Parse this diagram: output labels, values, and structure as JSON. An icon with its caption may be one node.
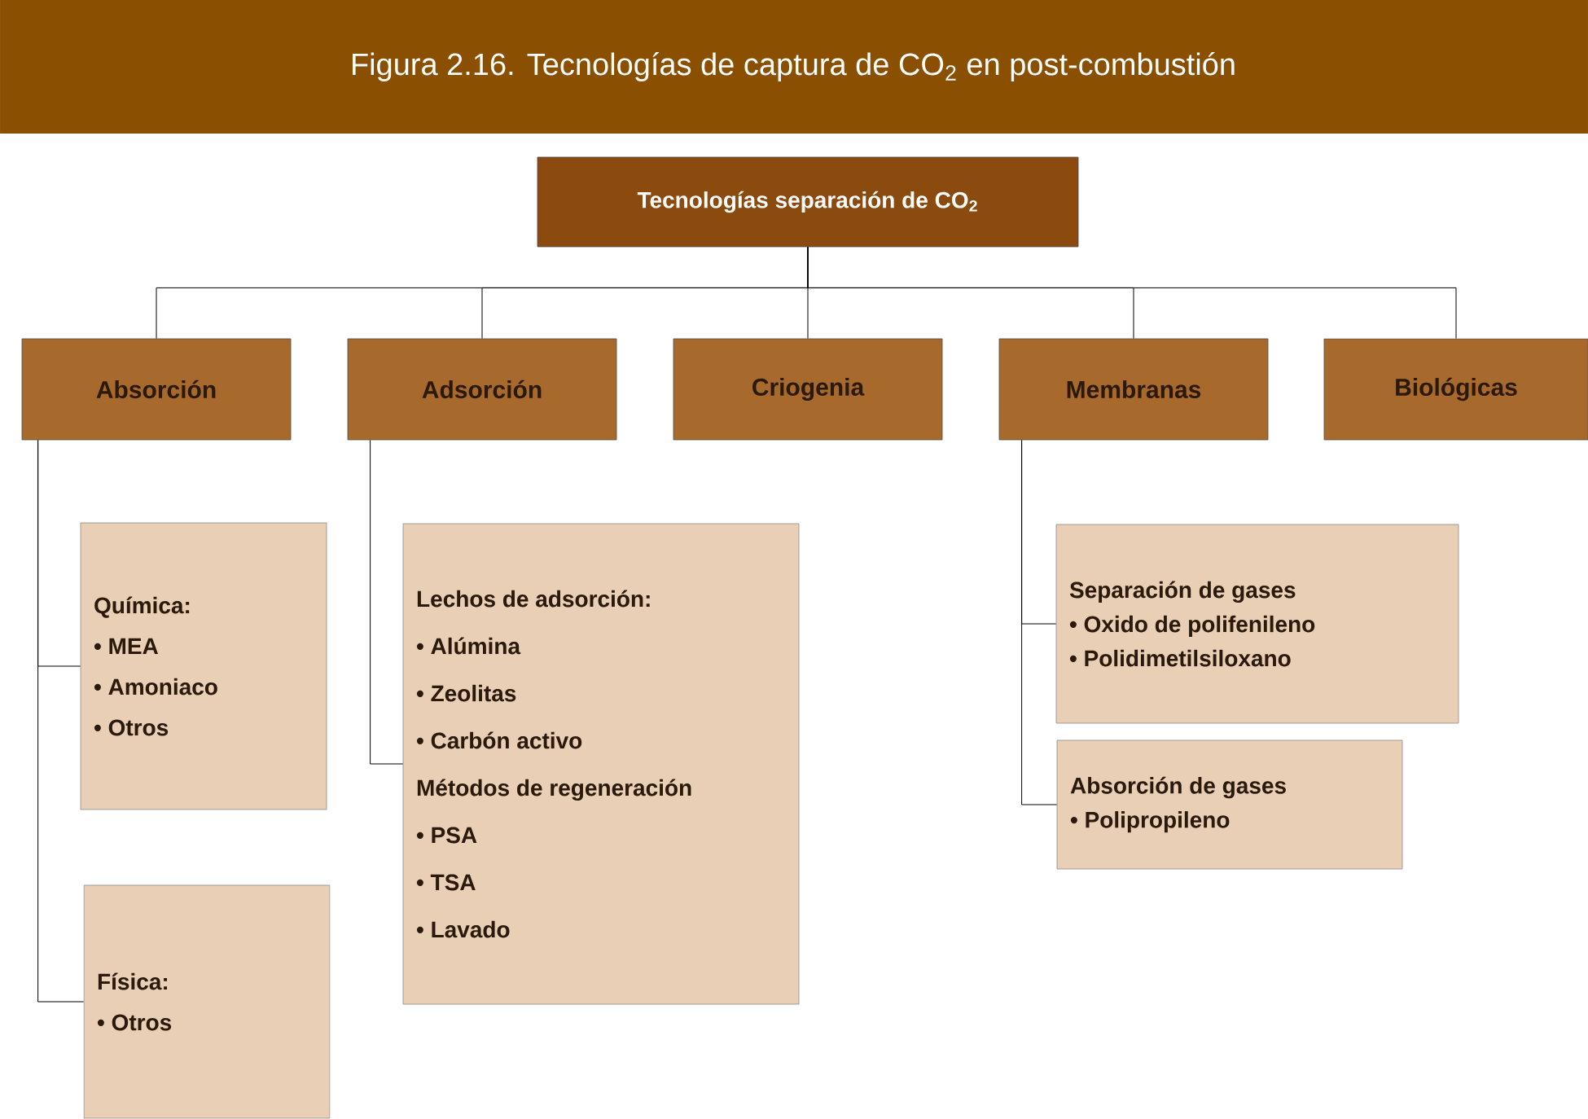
{
  "diagram": {
    "title": "Figura 2.16. Tecnologías de captura de CO$_{2}$ en post-combustión",
    "nodes": [
      {
        "text": [
          "Tecnologías separación de CO$_{2}$"
        ]
      },
      {
        "text": [
          "Absorción"
        ]
      },
      {
        "text": [
          "Adsorción"
        ]
      },
      {
        "text": [
          "Criogenia"
        ]
      },
      {
        "text": [
          "Membranas"
        ]
      },
      {
        "text": [
          "Biológicas"
        ]
      },
      {
        "text": [
          "Química:",
          "• MEA",
          "• Amoniaco",
          "• Otros"
        ]
      },
      {
        "text": [
          "Física:",
          "• Otros"
        ]
      },
      {
        "text": [
          "Lechos de adsorción:",
          "• Alúmina",
          "• Zeolitas",
          "• Carbón activo",
          "Métodos de regeneración",
          "• PSA",
          "• TSA",
          "• Lavado"
        ]
      },
      {
        "text": [
          "Separación de gases",
          "• Oxido de polifenileno",
          "• Polidimetilsiloxano"
        ]
      },
      {
        "text": [
          "Absorción de gases",
          "• Polipropileno"
        ]
      }
    ],
    "edges": [
      {
        "from": 0,
        "to": 1,
        "arrow": "none"
      },
      {
        "from": 0,
        "to": 2,
        "arrow": "none"
      },
      {
        "from": 0,
        "to": 3,
        "arrow": "none"
      },
      {
        "from": 0,
        "to": 4,
        "arrow": "none"
      },
      {
        "from": 0,
        "to": 5,
        "arrow": "none"
      },
      {
        "from": 1,
        "to": 6,
        "arrow": "none"
      },
      {
        "from": 1,
        "to": 7,
        "arrow": "none"
      },
      {
        "from": 2,
        "to": 8,
        "arrow": "none"
      },
      {
        "from": 4,
        "to": 9,
        "arrow": "none"
      },
      {
        "from": 4,
        "to": 10,
        "arrow": "none"
      }
    ]
  }
}
